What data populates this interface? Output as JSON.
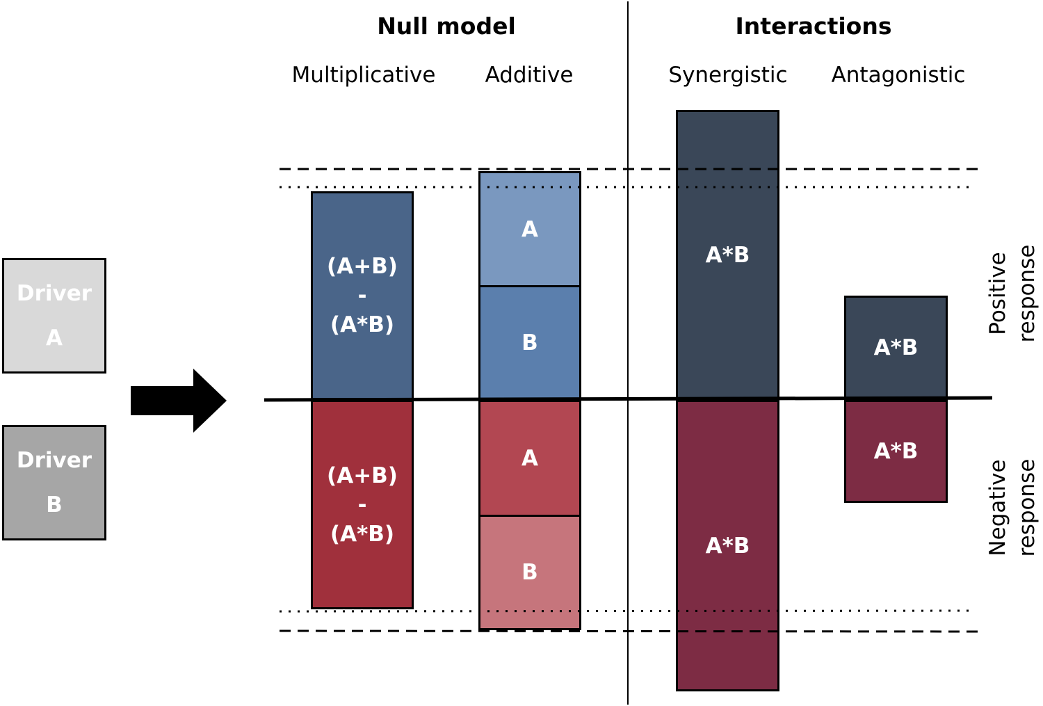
{
  "headers": {
    "null_model": "Null model",
    "interactions": "Interactions"
  },
  "columns": {
    "multiplicative": "Multiplicative",
    "additive": "Additive",
    "synergistic": "Synergistic",
    "antagonistic": "Antagonistic"
  },
  "drivers": {
    "a": {
      "line1": "Driver",
      "line2": "A"
    },
    "b": {
      "line1": "Driver",
      "line2": "B"
    }
  },
  "boxes": {
    "mult_pos": {
      "line1": "(A+B)",
      "line2": "-",
      "line3": "(A*B)"
    },
    "mult_neg": {
      "line1": "(A+B)",
      "line2": "-",
      "line3": "(A*B)"
    },
    "add_pos_a": "A",
    "add_pos_b": "B",
    "add_neg_a": "A",
    "add_neg_b": "B",
    "syn_pos": "A*B",
    "syn_neg": "A*B",
    "ant_pos": "A*B",
    "ant_neg": "A*B"
  },
  "side_labels": {
    "positive": {
      "line1": "Positive",
      "line2": "response"
    },
    "negative": {
      "line1": "Negative",
      "line2": "response"
    }
  },
  "colors": {
    "mult_pos": "#4a6589",
    "mult_neg": "#a0303c",
    "add_pos_a": "#7a98bf",
    "add_pos_b": "#5b7fad",
    "add_neg_a": "#b24752",
    "add_neg_b": "#c6757c",
    "interaction_pos": "#3a4758",
    "interaction_neg": "#7d2c44",
    "driver_a": "#d9d9d9",
    "driver_b": "#a6a6a6"
  }
}
